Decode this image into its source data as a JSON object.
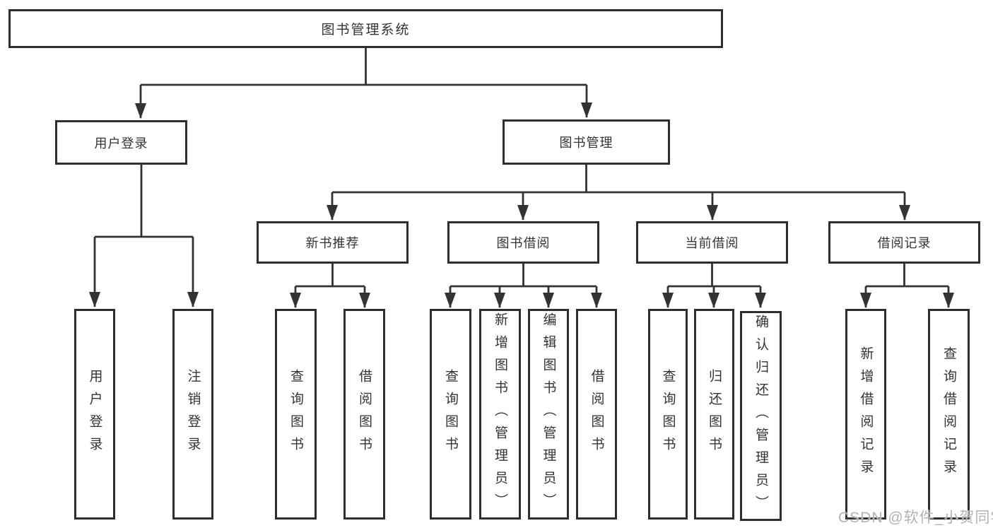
{
  "colors": {
    "line": "#333333",
    "text": "#333333",
    "watermark": "#b3b3b3"
  },
  "watermark": {
    "text": "CSDN @软件_小贺同学"
  },
  "tree": {
    "root": {
      "label": "图书管理系统",
      "children": [
        {
          "label": "用户登录",
          "children": [
            {
              "label": "用户登录"
            },
            {
              "label": "注销登录"
            }
          ]
        },
        {
          "label": "图书管理",
          "children": [
            {
              "label": "新书推荐",
              "children": [
                {
                  "label": "查询图书"
                },
                {
                  "label": "借阅图书"
                }
              ]
            },
            {
              "label": "图书借阅",
              "children": [
                {
                  "label": "查询图书"
                },
                {
                  "label": "新增图书（管理员）"
                },
                {
                  "label": "编辑图书（管理员）"
                },
                {
                  "label": "借阅图书"
                }
              ]
            },
            {
              "label": "当前借阅",
              "children": [
                {
                  "label": "查询图书"
                },
                {
                  "label": "归还图书"
                },
                {
                  "label": "确认归还（管理员）"
                }
              ]
            },
            {
              "label": "借阅记录",
              "children": [
                {
                  "label": "新增借阅记录"
                },
                {
                  "label": "查询借阅记录"
                }
              ]
            }
          ]
        }
      ]
    }
  }
}
